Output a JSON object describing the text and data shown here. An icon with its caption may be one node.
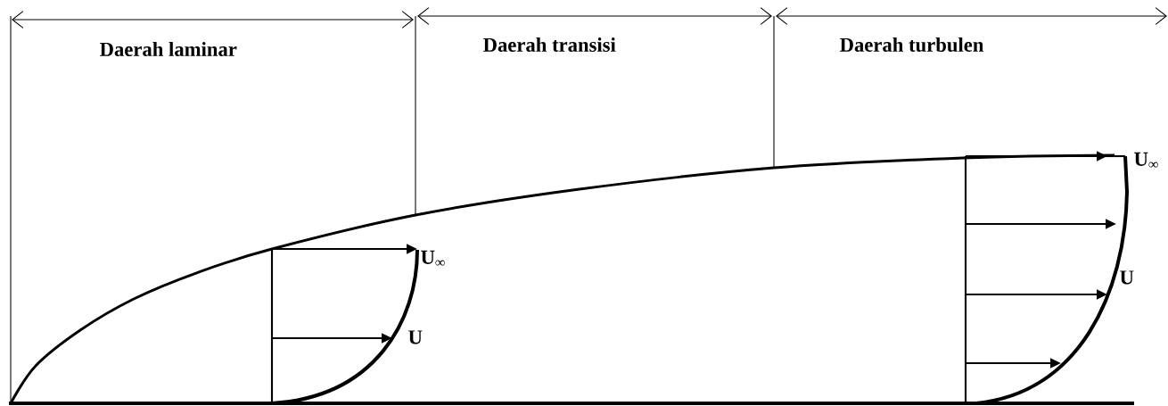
{
  "diagram": {
    "labels": [
      "Daerah laminar",
      "Daerah transisi",
      "Daerah turbulen",
      "U$_{∞}$",
      "U$_{∞}$",
      "U",
      "U"
    ]
  }
}
